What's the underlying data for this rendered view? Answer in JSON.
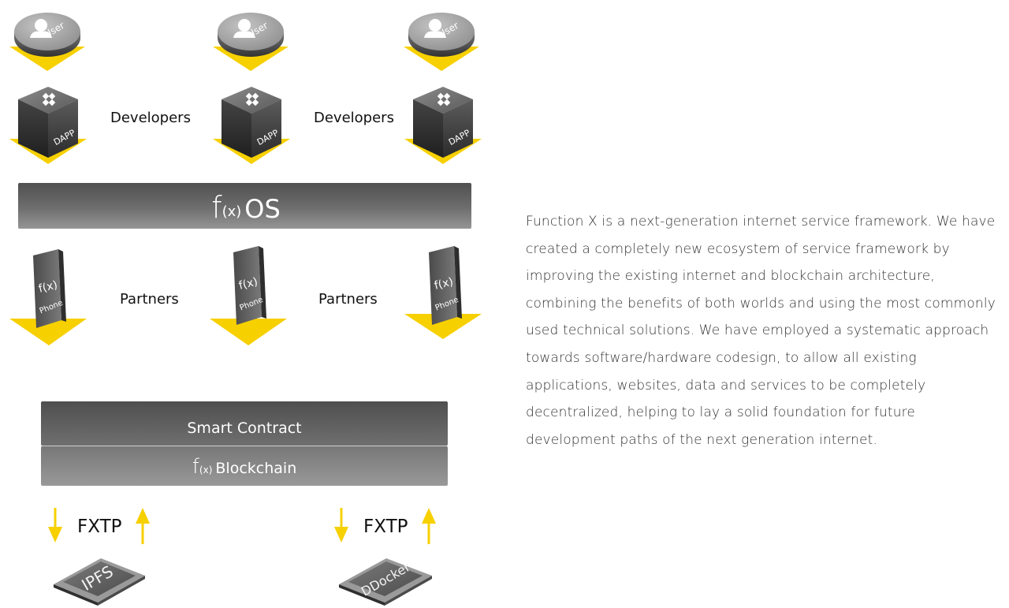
{
  "colors": {
    "accent": "#f7d000",
    "bar_dark": "#555555",
    "bar_light": "#8a8a8a",
    "text": "#111111"
  },
  "users": [
    {
      "label": "User",
      "icon": "user-icon"
    },
    {
      "label": "User",
      "icon": "user-icon"
    },
    {
      "label": "User",
      "icon": "user-icon"
    }
  ],
  "dapps": [
    {
      "label": "DAPP",
      "icon": "dapp-cube-icon"
    },
    {
      "label": "DAPP",
      "icon": "dapp-cube-icon"
    },
    {
      "label": "DAPP",
      "icon": "dapp-cube-icon"
    }
  ],
  "developers_labels": [
    "Developers",
    "Developers"
  ],
  "os_bar": {
    "fx": "f",
    "sub": "(x)",
    "label": "OS"
  },
  "phones": [
    {
      "fx": "f(x)",
      "label": "Phone",
      "icon": "phone-icon"
    },
    {
      "fx": "f(x)",
      "label": "Phone",
      "icon": "phone-icon"
    },
    {
      "fx": "f(x)",
      "label": "Phone",
      "icon": "phone-icon"
    }
  ],
  "partners_labels": [
    "Partners",
    "Partners"
  ],
  "stack": {
    "smart_contract": "Smart Contract",
    "blockchain_fx": "f",
    "blockchain_sub": "(x)",
    "blockchain_label": "Blockchain"
  },
  "protocols": [
    {
      "label": "FXTP",
      "storage": "IPFS",
      "icon": "ipfs-chip-icon"
    },
    {
      "label": "FXTP",
      "storage": "DDocker",
      "icon": "ddocker-chip-icon"
    }
  ],
  "description": "Function X is a next-generation internet service framework. We have created a completely new ecosystem of service framework by improving the existing internet and blockchain architecture, combining the benefits of both worlds and using the most commonly used technical solutions. We have employed a systematic approach towards software/hardware codesign, to allow all existing applications, websites, data and services to be completely decentralized, helping to lay a solid foundation for future development paths of the next generation internet."
}
